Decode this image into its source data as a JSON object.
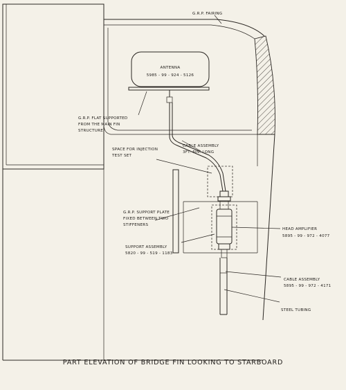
{
  "labels": {
    "grp_fairing": "G.R.P. FAIRING",
    "antenna_title": "ANTENNA",
    "antenna_part": "5985 - 99 - 924 - 5126",
    "grp_flat_1": "G.R.P. FLAT SUPPORTED",
    "grp_flat_2": "FROM THE MAIN FIN",
    "grp_flat_3": "STRUCTURE",
    "injection_1": "SPACE FOR INJECTION",
    "injection_2": "TEST SET",
    "cable_long_1": "CABLE ASSEMBLY",
    "cable_long_2": "3FT. 6IN. LONG",
    "support_plate_1": "G.R.P. SUPPORT PLATE",
    "support_plate_2": "FIXED BETWEEN TWO",
    "support_plate_3": "STIFFENERS",
    "head_amp_1": "HEAD AMPLIFIER",
    "head_amp_2": "5895 - 99 - 972 - 4077",
    "support_asm_1": "SUPPORT ASSEMBLY",
    "support_asm_2": "5820 - 99 - 519 - 1183",
    "cable_asm_1": "CABLE ASSEMBLY",
    "cable_asm_2": "5895 - 99 - 972 - 4171",
    "steel_tubing": "STEEL TUBING"
  },
  "caption": "PART ELEVATION OF BRIDGE FIN LOOKING TO STARBOARD"
}
